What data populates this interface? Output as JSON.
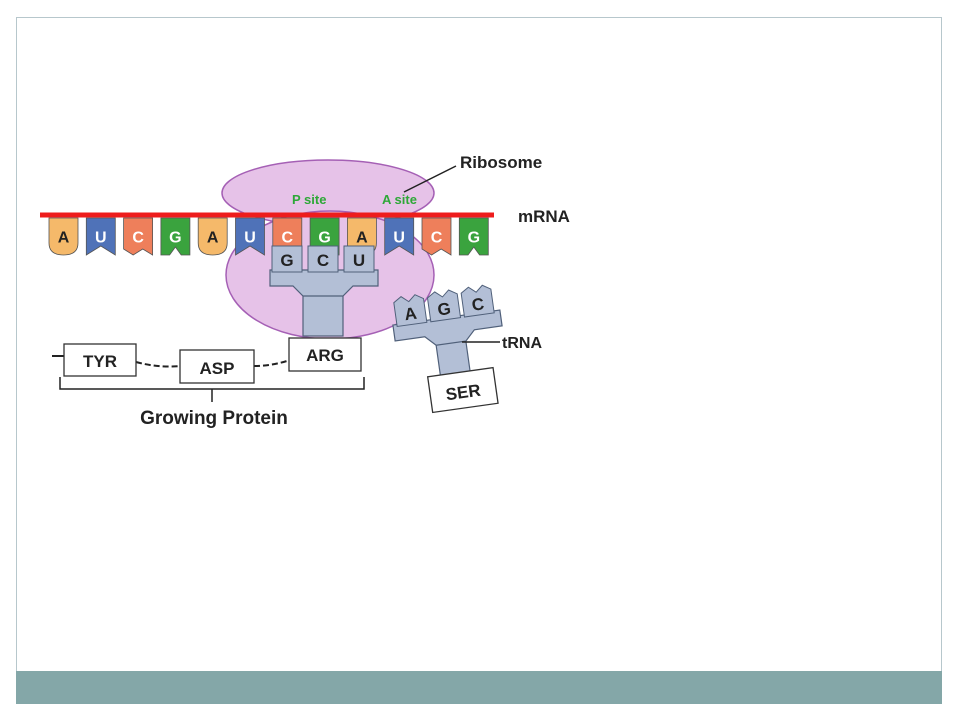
{
  "colors": {
    "A": "#f5b96a",
    "U": "#4f72b8",
    "C": "#ee7f5b",
    "G": "#3aa33e",
    "mrna_line": "#ee1c1c",
    "ribosome_fill": "#e6c2e8",
    "ribosome_edge": "#a560b5",
    "trna_fill": "#b3bfd6",
    "trna_edge": "#50607a",
    "site_label": "#2ea838",
    "footer": "#84a7a8"
  },
  "diagram": {
    "ribosome_label": "Ribosome",
    "mrna_label": "mRNA",
    "trna_label": "tRNA",
    "p_site_label": "P site",
    "a_site_label": "A site",
    "growing_protein_label": "Growing Protein",
    "mrna_bases": [
      "A",
      "U",
      "C",
      "G",
      "A",
      "U",
      "C",
      "G",
      "A",
      "U",
      "C",
      "G"
    ],
    "p_site_anticodon": [
      "G",
      "C",
      "U"
    ],
    "incoming_anticodon": [
      "A",
      "G",
      "C"
    ],
    "amino_acids": [
      "TYR",
      "ASP",
      "ARG"
    ],
    "incoming_amino_acid": "SER"
  }
}
